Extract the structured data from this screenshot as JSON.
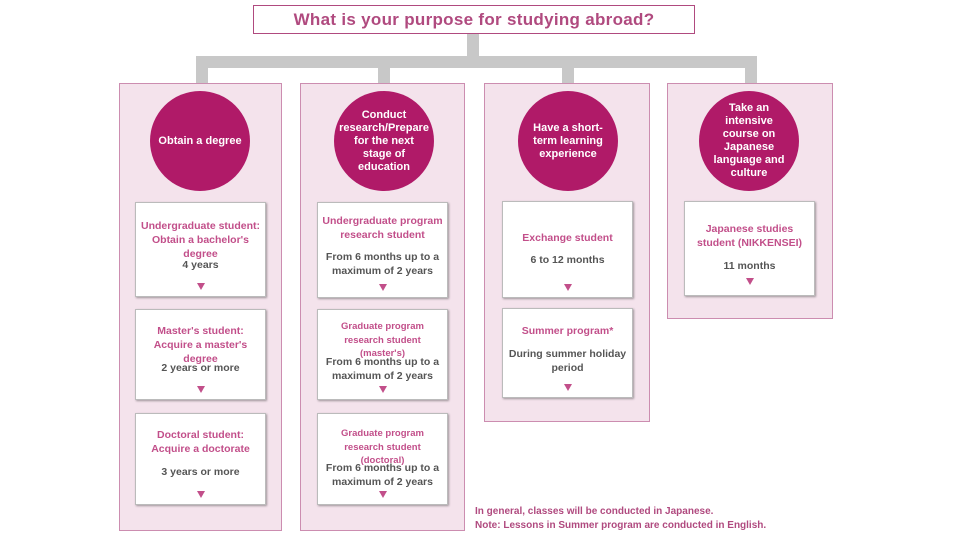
{
  "title": "What is your purpose for studying abroad?",
  "columns": [
    {
      "purpose": "Obtain a degree",
      "cards": [
        {
          "name": "Undergraduate student: Obtain a bachelor's degree",
          "duration": "4 years"
        },
        {
          "name": "Master's student: Acquire a master's degree",
          "duration": "2 years or more"
        },
        {
          "name": "Doctoral student: Acquire a doctorate",
          "duration": "3 years or more"
        }
      ]
    },
    {
      "purpose": "Conduct research/Prepare for the next stage of education",
      "cards": [
        {
          "name": "Undergraduate program research student",
          "duration": "From 6 months up to a maximum of 2 years"
        },
        {
          "name": "Graduate program research student (master's)",
          "duration": "From 6 months up to a maximum of 2 years"
        },
        {
          "name": "Graduate program research student (doctoral)",
          "duration": "From 6 months up to a maximum of 2 years"
        }
      ]
    },
    {
      "purpose": "Have a short-term learning experience",
      "cards": [
        {
          "name": "Exchange student",
          "duration": "6 to 12 months"
        },
        {
          "name": "Summer program*",
          "duration": "During summer holiday period"
        }
      ]
    },
    {
      "purpose": "Take an intensive course on Japanese language and culture",
      "cards": [
        {
          "name": "Japanese studies student (NIKKENSEI)",
          "duration": "11 months"
        }
      ]
    }
  ],
  "notes": [
    "In general, classes will be conducted in Japanese.",
    "Note: Lessons in Summer program are conducted in English."
  ],
  "colors": {
    "accent": "#b01a68",
    "panel": "#f4e3ec",
    "panel_border": "#cc8db0",
    "label": "#c24f8a",
    "connector": "#c8c8c8"
  }
}
